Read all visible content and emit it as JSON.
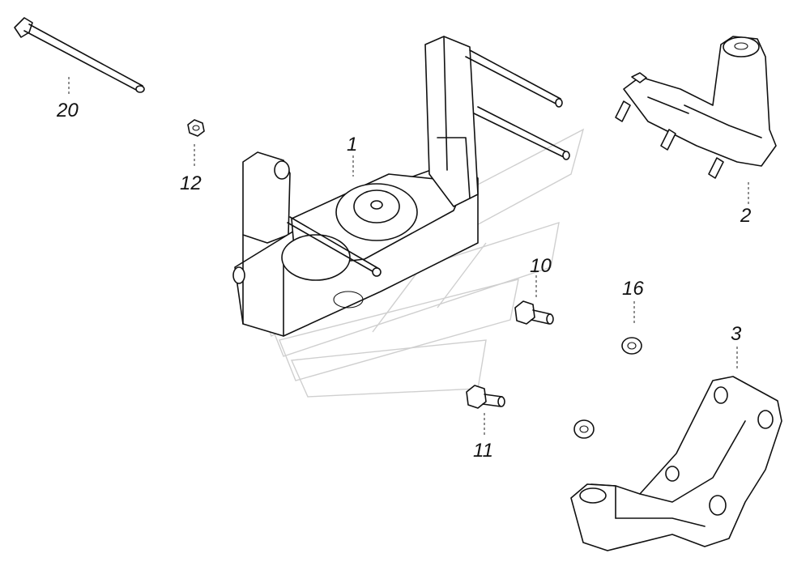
{
  "diagram": {
    "callouts": [
      {
        "id": "20",
        "text": "20",
        "part": "long-bolt"
      },
      {
        "id": "12",
        "text": "12",
        "part": "nut"
      },
      {
        "id": "1",
        "text": "1",
        "part": "main-bracket"
      },
      {
        "id": "2",
        "text": "2",
        "part": "upper-clamp"
      },
      {
        "id": "10",
        "text": "10",
        "part": "bolt"
      },
      {
        "id": "16",
        "text": "16",
        "part": "washer"
      },
      {
        "id": "3",
        "text": "3",
        "part": "lower-clamp"
      },
      {
        "id": "11",
        "text": "11",
        "part": "bolt"
      }
    ]
  }
}
